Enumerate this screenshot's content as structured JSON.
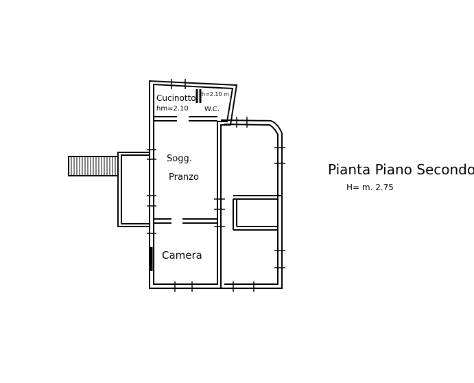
{
  "plan": {
    "title": "Pianta Piano Secondo",
    "height_note": "H= m. 2.75",
    "rooms": {
      "kitchenette": {
        "name": "Cucinotto",
        "height": "hm=2.10"
      },
      "wc": {
        "name": "W.C.",
        "height": "h=2.10 m"
      },
      "living": {
        "name_line1": "Sogg.",
        "name_line2": "Pranzo"
      },
      "bedroom": {
        "name": "Camera"
      }
    }
  }
}
